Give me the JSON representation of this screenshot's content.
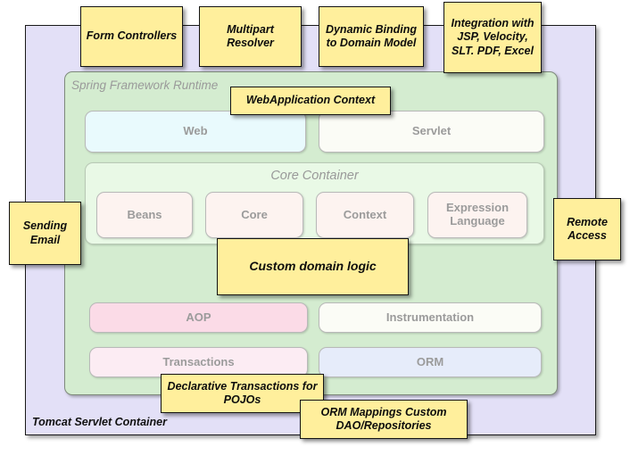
{
  "diagram": {
    "title": "Spring Framework Runtime architecture with annotations",
    "colors": {
      "note_fill": "#ffef9c",
      "note_border": "#141414",
      "tomcat_fill": "#e3e0f7",
      "spring_fill": "#d4ecd0",
      "core_container_fill": "#e9f9e6",
      "web_fill": "#e9fafd",
      "servlet_fill": "#fbfcf6",
      "aop_fill": "#fbdbe7",
      "transactions_fill": "#fcecf3",
      "orm_fill": "#e6ecfa",
      "core_module_fill": "#fdf3f0",
      "module_label": "#9b9b9b"
    }
  },
  "containers": {
    "tomcat": {
      "label": "Tomcat Servlet Container"
    },
    "spring": {
      "label": "Spring Framework Runtime"
    },
    "core": {
      "label": "Core Container"
    }
  },
  "modules": {
    "web": {
      "label": "Web"
    },
    "servlet": {
      "label": "Servlet"
    },
    "beans": {
      "label": "Beans"
    },
    "core": {
      "label": "Core"
    },
    "context": {
      "label": "Context"
    },
    "expression_language": {
      "label": "Expression Language"
    },
    "aop": {
      "label": "AOP"
    },
    "instrumentation": {
      "label": "Instrumentation"
    },
    "transactions": {
      "label": "Transactions"
    },
    "orm": {
      "label": "ORM"
    }
  },
  "notes": {
    "form_controllers": {
      "label": "Form Controllers"
    },
    "multipart_resolver": {
      "label": "Multipart Resolver"
    },
    "dynamic_binding": {
      "label": "Dynamic Binding to Domain Model"
    },
    "integration": {
      "label": "Integration with JSP, Velocity, SLT. PDF, Excel"
    },
    "webapplication_context": {
      "label": "WebApplication Context"
    },
    "sending_email": {
      "label": "Sending Email"
    },
    "remote_access": {
      "label": "Remote Access"
    },
    "custom_domain_logic": {
      "label": "Custom domain logic"
    },
    "declarative_transactions": {
      "label": "Declarative Transactions for POJOs"
    },
    "orm_mappings": {
      "label": "ORM Mappings Custom DAO/Repositories"
    }
  }
}
